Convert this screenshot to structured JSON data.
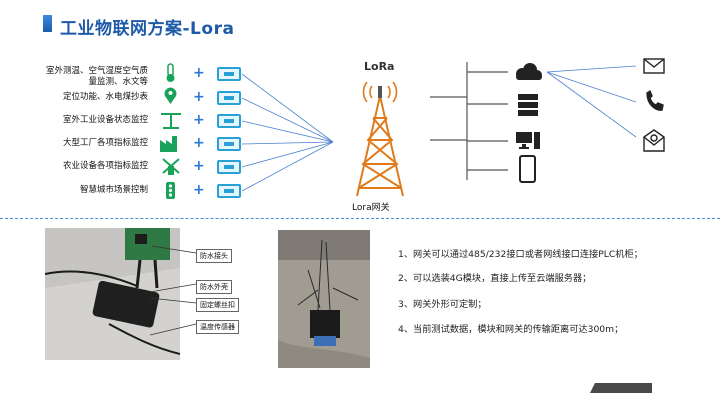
{
  "title": "工业物联网方案-Lora",
  "sources": [
    {
      "label": "室外测温、空气湿度空气质量监测、水文等",
      "icon": "thermometer-icon"
    },
    {
      "label": "定位功能、水电煤抄表",
      "icon": "location-pin-icon"
    },
    {
      "label": "室外工业设备状态监控",
      "icon": "oil-pump-icon"
    },
    {
      "label": "大型工厂各项指标监控",
      "icon": "factory-icon"
    },
    {
      "label": "农业设备各项指标监控",
      "icon": "windmill-icon"
    },
    {
      "label": "智慧城市场景控制",
      "icon": "traffic-light-icon"
    }
  ],
  "plus_symbol": "+",
  "lora_logo": "LoRa",
  "gateway_label": "Lora网关",
  "terminals": [
    {
      "icon": "cloud-icon"
    },
    {
      "icon": "server-icon"
    },
    {
      "icon": "computer-icon"
    },
    {
      "icon": "smartphone-icon"
    }
  ],
  "notifications": [
    {
      "icon": "mail-icon"
    },
    {
      "icon": "phone-icon"
    },
    {
      "icon": "email-alert-icon"
    }
  ],
  "callouts": [
    {
      "label": "防水接头"
    },
    {
      "label": "防水外壳"
    },
    {
      "label": "固定螺丝扣"
    },
    {
      "label": "温度传感器"
    }
  ],
  "notes": [
    "1、网关可以通过485/232接口或者网线接口连接PLC机柜；",
    "2、可以选装4G模块，直接上传至云端服务器；",
    "3、网关外形可定制；",
    "4、当前测试数据，模块和网关的传输距离可达300m；"
  ],
  "colors": {
    "title": "#1f5aa8",
    "accent": "#2aa0d8",
    "icon_green": "#19a35a",
    "tower": "#e07a1a",
    "divider": "#4a90d9"
  }
}
